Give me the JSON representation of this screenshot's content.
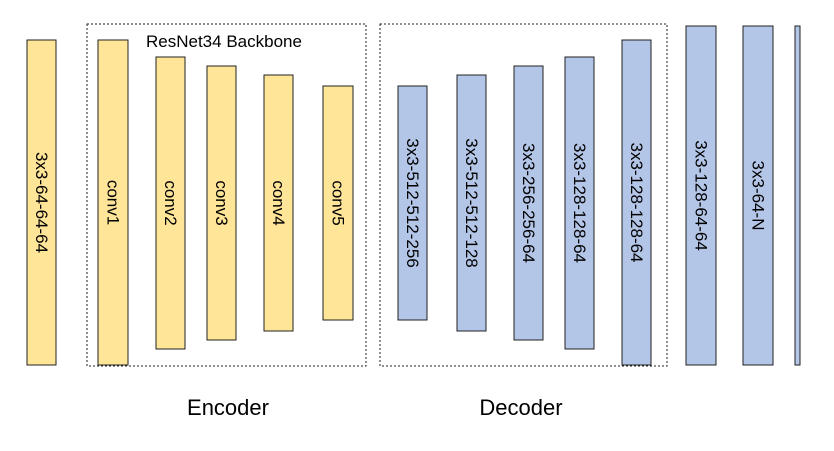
{
  "colors": {
    "encoder_fill": "#FFE598",
    "decoder_fill": "#B4C6E7",
    "stroke": "#222222"
  },
  "labels": {
    "backbone_title": "ResNet34 Backbone",
    "encoder": "Encoder",
    "decoder": "Decoder"
  },
  "blocks": {
    "stem": "3x3-64-64-64",
    "conv1": "conv1",
    "conv2": "conv2",
    "conv3": "conv3",
    "conv4": "conv4",
    "conv5": "conv5",
    "dec1": "3x3-512-512-256",
    "dec2": "3x3-512-512-128",
    "dec3": "3x3-256-256-64",
    "dec4": "3x3-128-128-64",
    "dec5": "3x3-128-128-64",
    "head1": "3x3-128-64-64",
    "head2": "3x3-64-N"
  }
}
